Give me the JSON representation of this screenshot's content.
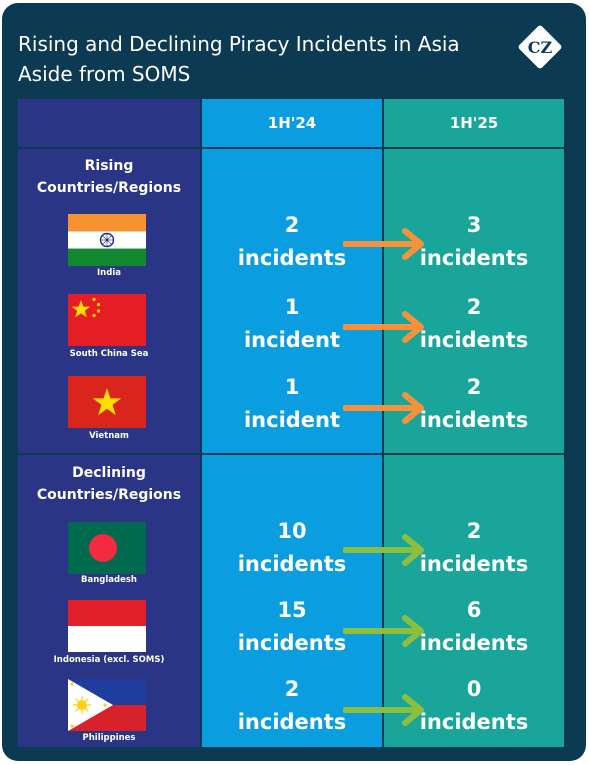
{
  "title": "Rising and Declining Piracy Incidents in Asia Aside from SOMS",
  "logo_text": "CZ",
  "colors": {
    "background": "#0c3a52",
    "left_column": "#2a3585",
    "h1_24_column": "#0a9ee0",
    "h1_25_column": "#1aa59a",
    "rising_arrow": "#f7923a",
    "declining_arrow": "#8cbf3f"
  },
  "chart_data": {
    "type": "table",
    "columns": [
      "1H'24",
      "1H'25"
    ],
    "sections": [
      {
        "label_line1": "Rising",
        "label_line2": "Countries/Regions",
        "trend": "rising",
        "rows": [
          {
            "name": "India",
            "flag": "india-flag-icon",
            "h1_24": 2,
            "h1_24_text_num": "2",
            "h1_24_unit": "incidents",
            "h1_25": 3,
            "h1_25_text_num": "3",
            "h1_25_unit": "incidents"
          },
          {
            "name": "South China Sea",
            "flag": "china-flag-icon",
            "h1_24": 1,
            "h1_24_text_num": "1",
            "h1_24_unit": "incident",
            "h1_25": 2,
            "h1_25_text_num": "2",
            "h1_25_unit": "incidents"
          },
          {
            "name": "Vietnam",
            "flag": "vietnam-flag-icon",
            "h1_24": 1,
            "h1_24_text_num": "1",
            "h1_24_unit": "incident",
            "h1_25": 2,
            "h1_25_text_num": "2",
            "h1_25_unit": "incidents"
          }
        ]
      },
      {
        "label_line1": "Declining",
        "label_line2": "Countries/Regions",
        "trend": "declining",
        "rows": [
          {
            "name": "Bangladesh",
            "flag": "bangladesh-flag-icon",
            "h1_24": 10,
            "h1_24_text_num": "10",
            "h1_24_unit": "incidents",
            "h1_25": 2,
            "h1_25_text_num": "2",
            "h1_25_unit": "incidents"
          },
          {
            "name": "Indonesia (excl. SOMS)",
            "flag": "indonesia-flag-icon",
            "h1_24": 15,
            "h1_24_text_num": "15",
            "h1_24_unit": "incidents",
            "h1_25": 6,
            "h1_25_text_num": "6",
            "h1_25_unit": "incidents"
          },
          {
            "name": "Philippines",
            "flag": "philippines-flag-icon",
            "h1_24": 2,
            "h1_24_text_num": "2",
            "h1_24_unit": "incidents",
            "h1_25": 0,
            "h1_25_text_num": "0",
            "h1_25_unit": "incidents"
          }
        ]
      }
    ]
  }
}
